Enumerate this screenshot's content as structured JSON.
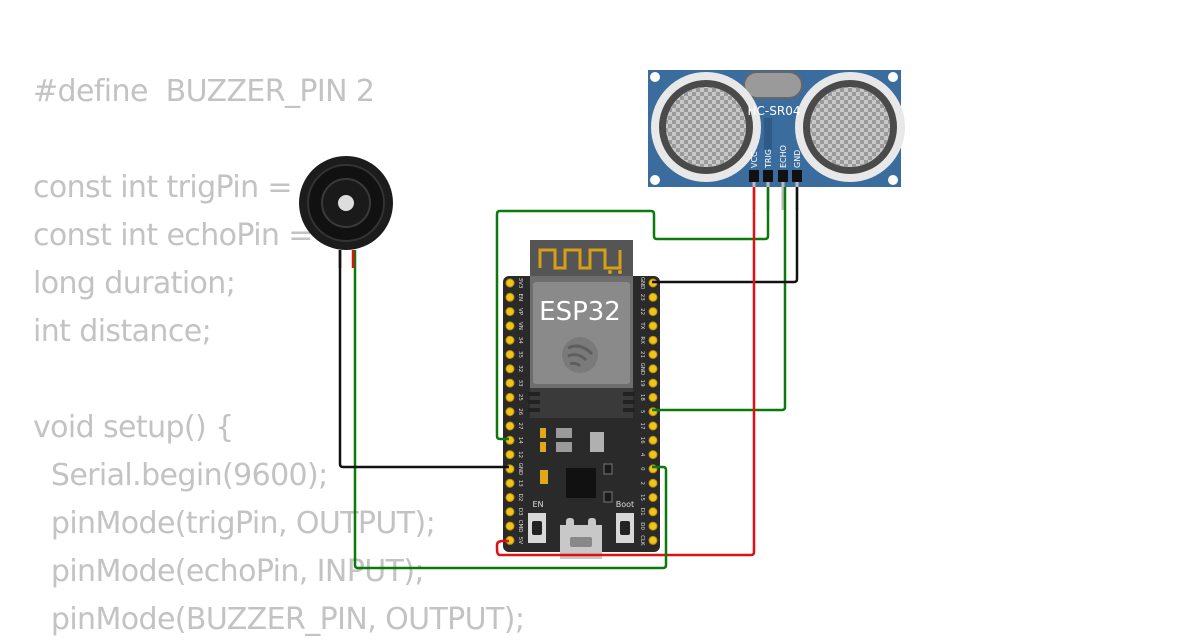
{
  "code_lines": [
    "#define  BUZZER_PIN 2",
    "",
    "const int trigPin = ",
    "const int echoPin = ",
    "long duration;",
    "int distance;",
    "",
    "void setup() {",
    "  Serial.begin(9600);",
    "  pinMode(trigPin, OUTPUT);",
    "  pinMode(echoPin, INPUT);",
    "  pinMode(BUZZER_PIN, OUTPUT);"
  ],
  "sensor": {
    "model": "HC-SR04",
    "pins": [
      "VCC",
      "TRIG",
      "ECHO",
      "GND"
    ]
  },
  "board": {
    "name": "ESP32",
    "left_pins": [
      "3V3",
      "EN",
      "VP",
      "VN",
      "34",
      "35",
      "32",
      "33",
      "25",
      "26",
      "27",
      "14",
      "12",
      "GND",
      "13",
      "D2",
      "D3",
      "CMD",
      "5V"
    ],
    "right_pins": [
      "GND",
      "23",
      "22",
      "TX",
      "RX",
      "21",
      "GND",
      "19",
      "18",
      "5",
      "17",
      "16",
      "4",
      "0",
      "2",
      "15",
      "D1",
      "D0",
      "CLK"
    ],
    "en_label": "EN",
    "boot_label": "Boot"
  },
  "wire_colors": {
    "green": "#0a7a0a",
    "red": "#e01010",
    "black": "#111111"
  },
  "colors": {
    "pcb": "#2a2a2a",
    "sensor": "#3b6c9e",
    "code": "#c3c3c3"
  }
}
